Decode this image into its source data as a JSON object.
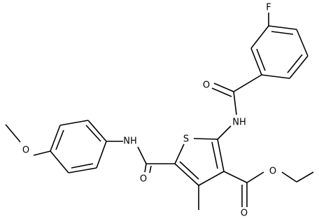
{
  "molecule": {
    "atoms": {
      "fluorine": "F",
      "amide_nitrogen_top": "NH",
      "amide_oxygen_top": "O",
      "thiophene_sulfur": "S",
      "amide_nitrogen_left": "NH",
      "amide_oxygen_left": "O",
      "methoxy_oxygen": "O",
      "ester_oxygen_single": "O",
      "ester_oxygen_double": "O"
    }
  }
}
